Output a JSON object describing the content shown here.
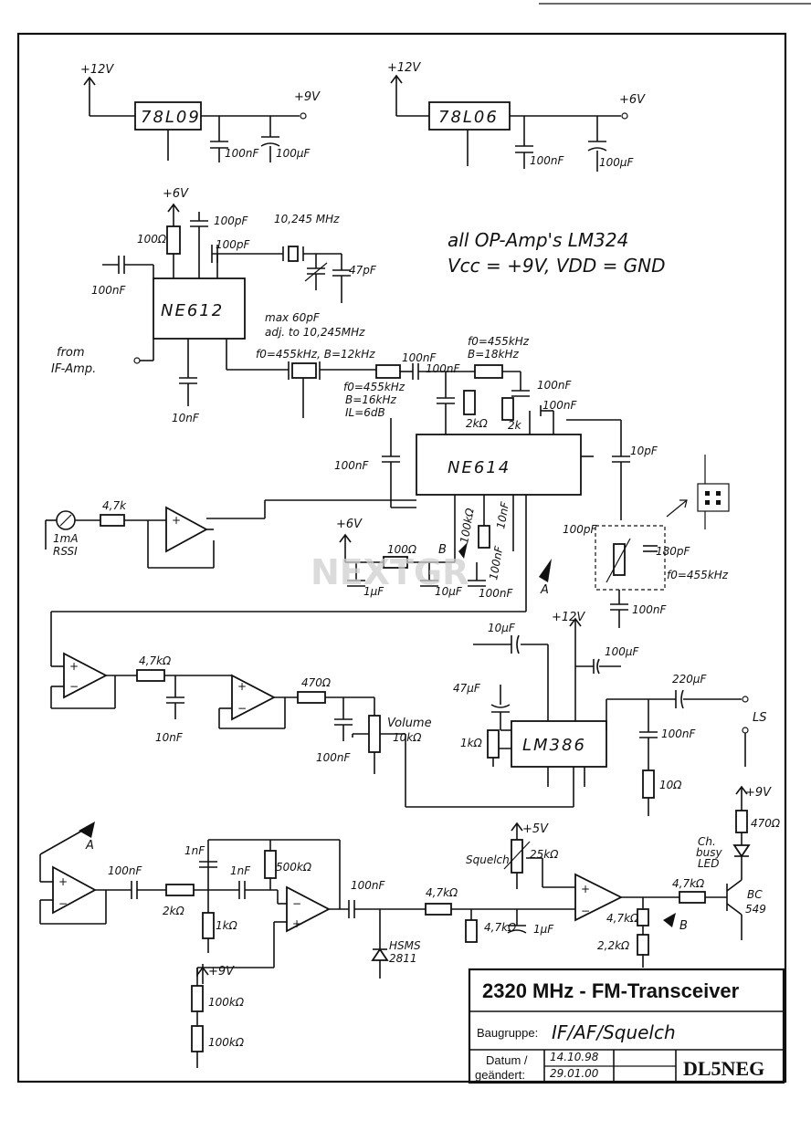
{
  "title_block": {
    "title": "2320 MHz - FM-Transceiver",
    "baugruppe_label": "Baugruppe:",
    "baugruppe_value": "IF/AF/Squelch",
    "datum_label": "Datum /",
    "geaendert_label": "geändert:",
    "date1": "14.10.98",
    "date2": "29.01.00",
    "callsign": "DL5NEG"
  },
  "note": {
    "line1": "all OP-Amp's LM324",
    "line2": "Vcc = +9V, VDD = GND"
  },
  "ics": {
    "reg1": "78L09",
    "reg2": "78L06",
    "mixer": "NE612",
    "if_ic": "NE614",
    "audio": "LM386"
  },
  "labels": {
    "plus12v_a": "+12V",
    "plus12v_b": "+12V",
    "plus12v_c": "+12V",
    "plus9v_a": "+9V",
    "plus9v_b": "+9V",
    "plus9v_c": "+9V",
    "plus6v_a": "+6V",
    "plus6v_b": "+6V",
    "plus6v_c": "+6V",
    "plus5v": "+5V",
    "c100nf_reg1": "100nF",
    "c100uf_reg1": "100µF",
    "c100nf_reg2": "100nF",
    "c100uf_reg2": "100µF",
    "r100_mix": "100Ω",
    "c100pf_a": "100pF",
    "c100pf_b": "100pF",
    "xtal_10245": "10,245 MHz",
    "c47pf": "47pF",
    "c100nf_in": "100nF",
    "trim_note1": "max 60pF",
    "trim_note2": "adj. to 10,245MHz",
    "from_if1": "from",
    "from_if2": "IF-Amp.",
    "c10nf_mix": "10nF",
    "filter1": "f0=455kHz, B=12kHz",
    "filter2a": "f0=455kHz",
    "filter2b": "B=16kHz",
    "filter2c": "IL=6dB",
    "filter3a": "f0=455kHz",
    "filter3b": "B=18kHz",
    "c100nf_f1": "100nF",
    "c100nf_f2": "100nF",
    "c100nf_f3": "100nF",
    "c100nf_f4": "100nF",
    "r2k_a": "2kΩ",
    "r2k_b": "2k",
    "c100nf_614": "100nF",
    "c10pf": "10pF",
    "c100pf_614": "100pF",
    "c180pf": "180pF",
    "tank_f0": "f0=455kHz",
    "c100nf_tank": "100nF",
    "r47k_rssi": "4,7k",
    "rssi_meter1": "1mA",
    "rssi_meter2": "RSSI",
    "r100_614": "100Ω",
    "c1uf_614": "1µF",
    "c10uf_614": "10µF",
    "c100nf_614b": "100nF",
    "r100k_614": "100kΩ",
    "c10nf_614": "10nF",
    "c100nf_614c": "100nF",
    "mark_A1": "A",
    "mark_B1": "B",
    "r47k_af1": "4,7kΩ",
    "c10nf_af": "10nF",
    "r470_af": "470Ω",
    "volume": "Volume",
    "volume_val": "10kΩ",
    "c100nf_vol": "100nF",
    "c10uf_386": "10µF",
    "c100uf_386": "100µF",
    "c47uf_386": "47µF",
    "r1k_386": "1kΩ",
    "c220uf": "220µF",
    "ls": "LS",
    "c100nf_out": "100nF",
    "r10_out": "10Ω",
    "mark_A2": "A",
    "c100nf_sq1": "100nF",
    "r2k_sq": "2kΩ",
    "c1nf_a": "1nF",
    "c1nf_b": "1nF",
    "r500k": "500kΩ",
    "r1k_sq": "1kΩ",
    "c100nf_sq2": "100nF",
    "r47k_sq1": "4,7kΩ",
    "r47k_sq2": "4,7kΩ",
    "c1uf_sq": "1µF",
    "diode": "HSMS",
    "diode_val": "2811",
    "squelch": "Squelch",
    "r25k": "25kΩ",
    "r47k_sq3": "4,7kΩ",
    "r47k_sq4": "4,7kΩ",
    "r22k": "2,2kΩ",
    "mark_B2": "B",
    "r100k_a": "100kΩ",
    "r100k_b": "100kΩ",
    "r470_led": "470Ω",
    "led1": "Ch.",
    "led2": "busy",
    "led3": "LED",
    "tr1": "BC",
    "tr2": "549",
    "opamp_plus": "+",
    "opamp_minus": "−"
  },
  "watermark": "NEXTGR"
}
